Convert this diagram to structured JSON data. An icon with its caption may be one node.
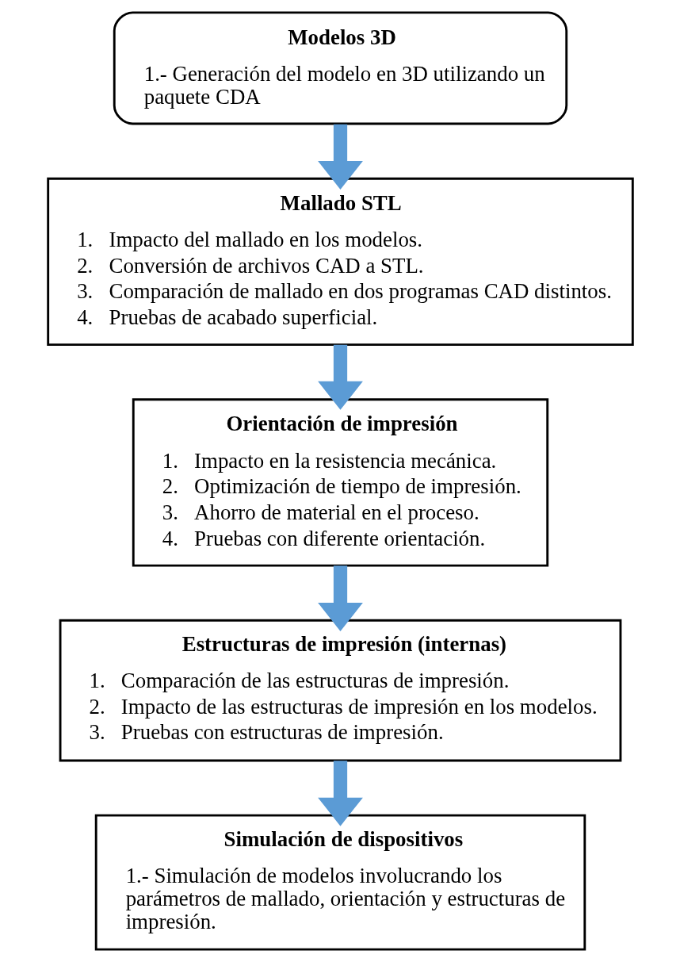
{
  "diagram": {
    "nodes": [
      {
        "text": [
          "Modelos 3D",
          "1.- Generación del modelo en 3D utilizando un paquete CDA"
        ]
      },
      {
        "text": [
          "Mallado STL",
          "1.   Impacto del mallado en los modelos.",
          "2.   Conversión de archivos CAD a STL.",
          "3.   Comparación de mallado en dos programas CAD distintos.",
          "4.   Pruebas de acabado superficial."
        ]
      },
      {
        "text": [
          "Orientación de impresión",
          "1.   Impacto en la resistencia mecánica.",
          "2.   Optimización de tiempo de impresión.",
          "3.   Ahorro de material en el proceso.",
          "4.   Pruebas con diferente orientación."
        ]
      },
      {
        "text": [
          "Estructuras de impresión (internas)",
          "1.   Comparación de las estructuras de impresión.",
          "2.   Impacto de las estructuras de impresión en los modelos.",
          "3.   Pruebas con estructuras de impresión."
        ]
      },
      {
        "text": [
          "Simulación de dispositivos",
          "1.- Simulación de modelos involucrando los parámetros de mallado, orientación y estructuras de impresión."
        ]
      }
    ],
    "edges": [
      {
        "from": 0,
        "to": 1,
        "arrow": "to"
      },
      {
        "from": 1,
        "to": 2,
        "arrow": "to"
      },
      {
        "from": 2,
        "to": 3,
        "arrow": "to"
      },
      {
        "from": 3,
        "to": 4,
        "arrow": "to"
      }
    ]
  }
}
